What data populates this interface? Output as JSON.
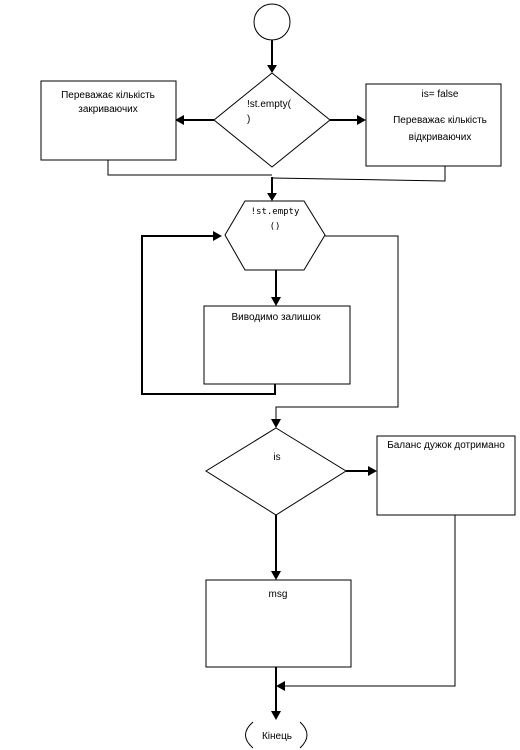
{
  "nodes": {
    "closing_box": {
      "line1": "Переважає кількість",
      "line2": "закриваючих"
    },
    "decision1": {
      "line1": "!st.empty(",
      "line2": ")"
    },
    "opening_box": {
      "line1": "is= false",
      "line2": "Переважає кількість",
      "line3": "відкриваючих"
    },
    "loop_hexagon": {
      "line1": "!st.empty",
      "line2": "()"
    },
    "remainder_box": {
      "label": "Виводимо залишок"
    },
    "decision2": {
      "label": "is"
    },
    "balance_box": {
      "label": "Баланс дужок дотримано"
    },
    "msg_box": {
      "label": "msg"
    },
    "end_terminator": {
      "label": "Кінець"
    }
  }
}
